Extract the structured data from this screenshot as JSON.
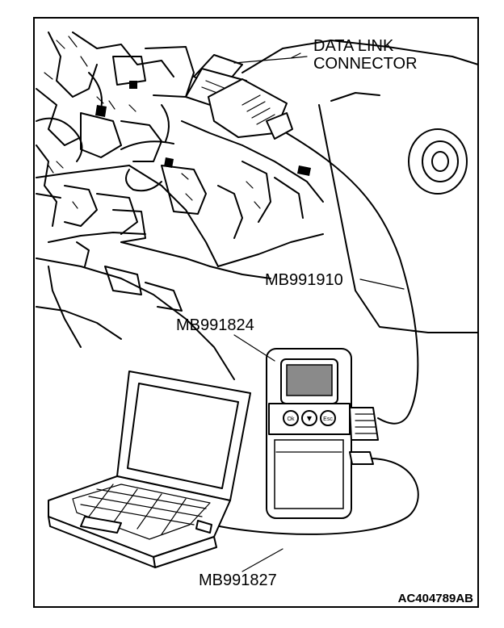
{
  "labels": {
    "data_link_connector_line1": "DATA LINK",
    "data_link_connector_line2": "CONNECTOR",
    "cable_mb991910": "MB991910",
    "interface_mb991824": "MB991824",
    "cable_mb991827": "MB991827"
  },
  "figure_id": "AC404789AB",
  "device_buttons": {
    "left": "Ok",
    "middle": "▼",
    "right": "Esc"
  }
}
